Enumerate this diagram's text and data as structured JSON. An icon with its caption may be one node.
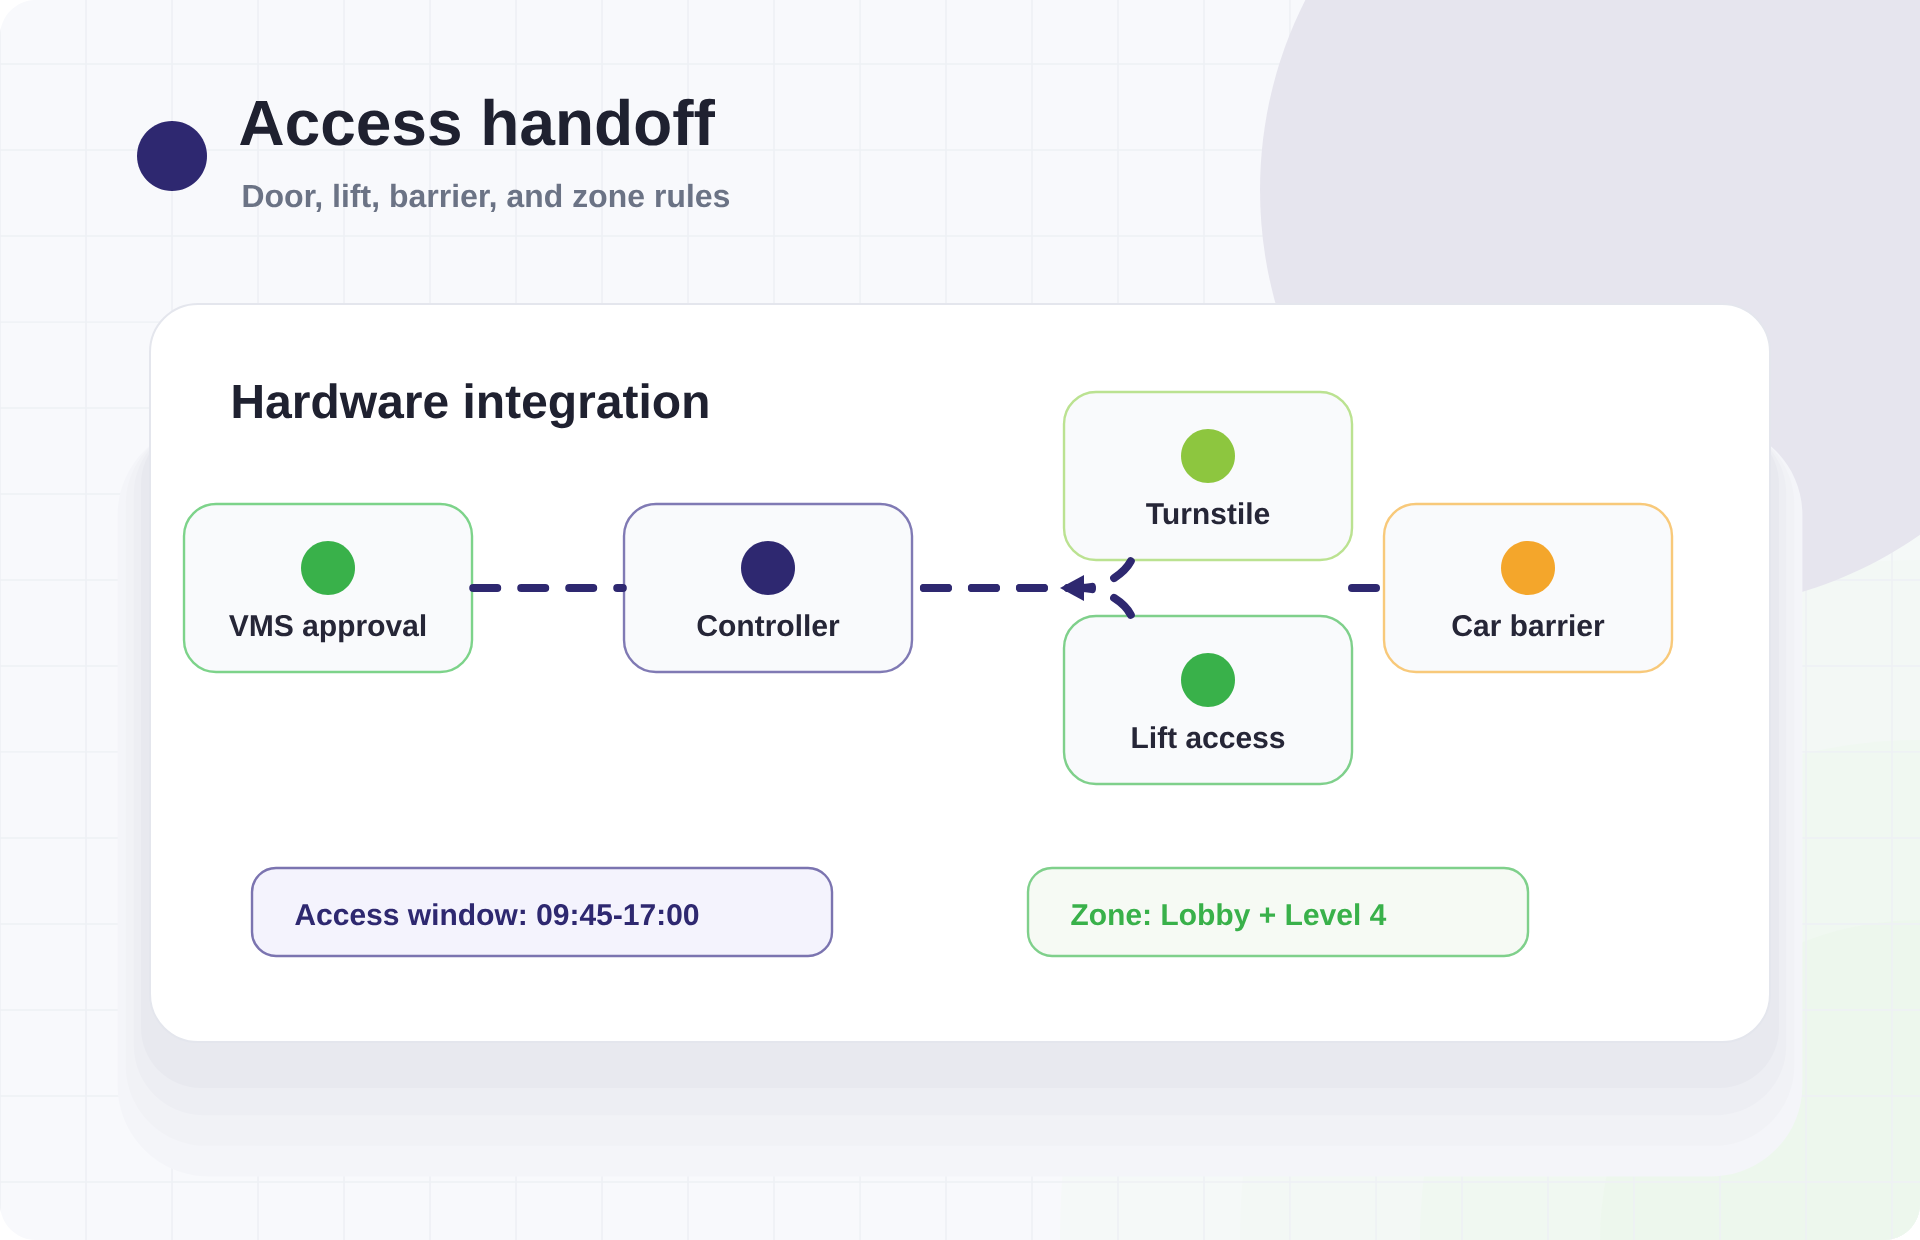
{
  "diagram": {
    "title": "Access handoff",
    "nodes": [
      {
        "text": [
          "Hardware integration"
        ]
      },
      {
        "text": [
          "VMS approval"
        ],
        "in": 0
      },
      {
        "text": [
          "Controller"
        ],
        "in": 0
      },
      {
        "text": [
          "Turnstile"
        ],
        "in": 0
      },
      {
        "text": [
          "Lift access"
        ],
        "in": 0
      },
      {
        "text": [
          "Car barrier"
        ],
        "in": 0
      },
      {
        "text": [
          "Access window: 09:45-17:00"
        ],
        "in": 0
      },
      {
        "text": [
          "Zone: Lobby + Level 4"
        ],
        "in": 0
      }
    ],
    "edges": [
      {
        "from": 1,
        "to": 2,
        "arrow": "none",
        "style": "dashed"
      },
      {
        "from": 3,
        "to": 2,
        "arrow": "to",
        "style": "dashed"
      },
      {
        "from": 4,
        "to": 2,
        "arrow": "to",
        "style": "dashed"
      },
      {
        "from": null,
        "to": 5,
        "arrow": "none",
        "style": "dashed"
      }
    ],
    "labels": [
      "Door, lift, barrier, and zone rules"
    ]
  }
}
